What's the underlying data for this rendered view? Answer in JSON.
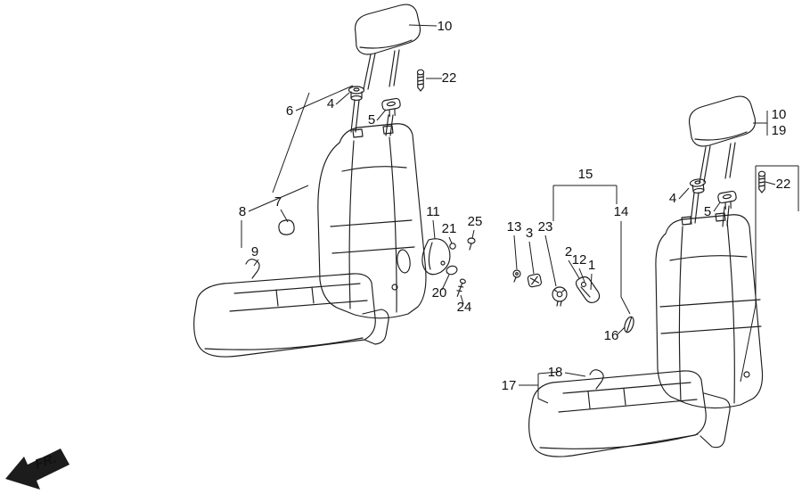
{
  "meta": {
    "background": "#ffffff",
    "line_color": "#1c1c1c",
    "label_color": "#111111"
  },
  "diagram": {
    "description": "Front seat exploded parts diagram, two seat assemblies with numbered callouts",
    "fr_label": "FR.",
    "callouts": [
      {
        "ref": "left-headrest",
        "label": "10"
      },
      {
        "ref": "left-headrest-bolt",
        "label": "22"
      },
      {
        "ref": "left-seat-back-frame",
        "label": "6"
      },
      {
        "ref": "left-headrest-guide-a",
        "label": "4"
      },
      {
        "ref": "left-headrest-guide-b",
        "label": "5"
      },
      {
        "ref": "left-recline-lever",
        "label": "7"
      },
      {
        "ref": "left-seat-back",
        "label": "8"
      },
      {
        "ref": "left-seat-hook",
        "label": "9"
      },
      {
        "ref": "recliner-cover",
        "label": "11"
      },
      {
        "ref": "bushing",
        "label": "21"
      },
      {
        "ref": "cap",
        "label": "25"
      },
      {
        "ref": "knob-cover",
        "label": "20"
      },
      {
        "ref": "cover-screw",
        "label": "24"
      },
      {
        "ref": "switch-group",
        "label": "15"
      },
      {
        "ref": "clip",
        "label": "13"
      },
      {
        "ref": "knob-small",
        "label": "3"
      },
      {
        "ref": "knob-round",
        "label": "23"
      },
      {
        "ref": "lever-part-a",
        "label": "2"
      },
      {
        "ref": "lever-part-b",
        "label": "12"
      },
      {
        "ref": "lever-part-c",
        "label": "1"
      },
      {
        "ref": "bracket-line",
        "label": "14"
      },
      {
        "ref": "side-bracket",
        "label": "16"
      },
      {
        "ref": "right-headrest",
        "label": "10"
      },
      {
        "ref": "right-headrest-alt",
        "label": "19"
      },
      {
        "ref": "right-headrest-bolt",
        "label": "22"
      },
      {
        "ref": "right-headrest-guide-a",
        "label": "4"
      },
      {
        "ref": "right-headrest-guide-b",
        "label": "5"
      },
      {
        "ref": "right-seat-hook",
        "label": "18"
      },
      {
        "ref": "right-seat-cushion",
        "label": "17"
      }
    ]
  }
}
